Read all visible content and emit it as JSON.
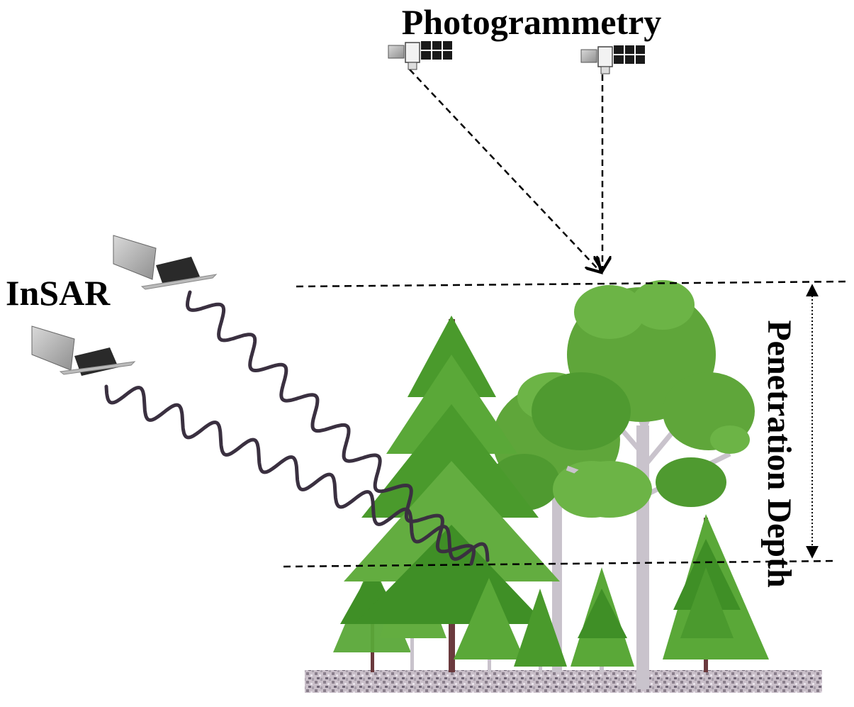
{
  "labels": {
    "photogrammetry": "Photogrammetry",
    "insar": "InSAR",
    "penetration_depth": "Penetration Depth"
  },
  "colors": {
    "conifer_green": "#4a9a2c",
    "broadleaf_green": "#5fa63a",
    "conifer_trunk": "#6b3a3e",
    "broadleaf_trunk": "#c9c3cc",
    "ground": "#c9bfc9",
    "wave": "#3a3040",
    "dash": "#000000"
  },
  "icons": {
    "satellite": "satellite-icon",
    "tree": "tree-icon",
    "arrow": "arrow-icon"
  }
}
